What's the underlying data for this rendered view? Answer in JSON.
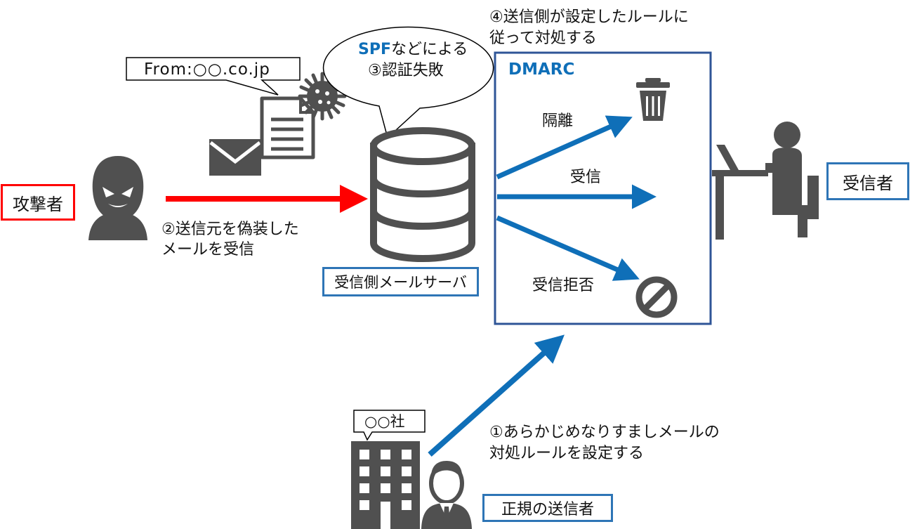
{
  "labels": {
    "attacker": "攻撃者",
    "from_address": "From:○○.co.jp",
    "spoof_line1": "②送信元を偽装した",
    "spoof_line2": "メールを受信",
    "spf_word": "SPF",
    "spf_suffix": "などによる",
    "auth_fail": "③認証失敗",
    "receiver_server": "受信側メールサーバ",
    "step4_line1": "④送信側が設定したルールに",
    "step4_line2": "従って対処する",
    "dmarc": "DMARC",
    "quarantine": "隔離",
    "accept": "受信",
    "reject": "受信拒否",
    "recipient": "受信者",
    "company": "○○社",
    "step1_line1": "①あらかじめなりすましメールの",
    "step1_line2": "対処ルールを設定する",
    "legit_sender": "正規の送信者"
  },
  "icons": [
    "hacker-icon",
    "envelope-icon",
    "document-icon",
    "virus-icon",
    "database-server-icon",
    "trash-icon",
    "prohibited-icon",
    "person-at-desk-icon",
    "office-building-icon",
    "businessman-icon"
  ],
  "colors": {
    "attack_arrow": "#ff0000",
    "flow_arrow": "#0f6fb8",
    "dmarc_border": "#2f5597",
    "label_border_blue": "#2e75b6",
    "attacker_border": "#ff0000",
    "icon_gray": "#505050"
  }
}
